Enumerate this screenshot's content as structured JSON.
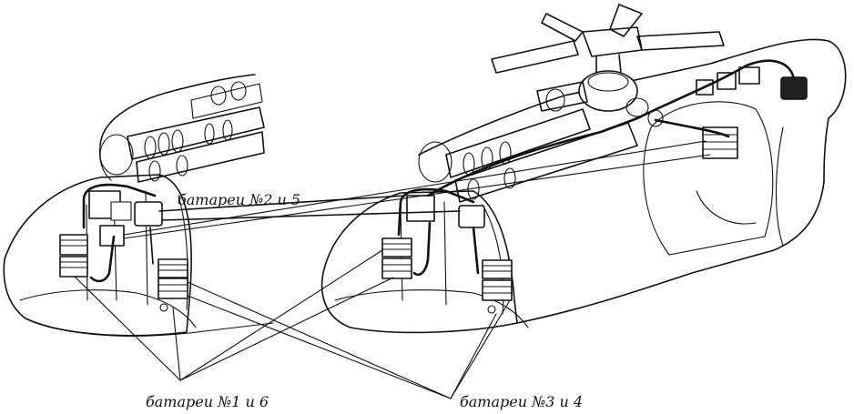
{
  "labels": {
    "batteries_2_5": "батареи №2 и 5",
    "batteries_1_6": "батареи №1 и 6",
    "batteries_3_4": "батареи №3 и 4"
  },
  "colors": {
    "ink": "#111111",
    "background": "#ffffff"
  }
}
